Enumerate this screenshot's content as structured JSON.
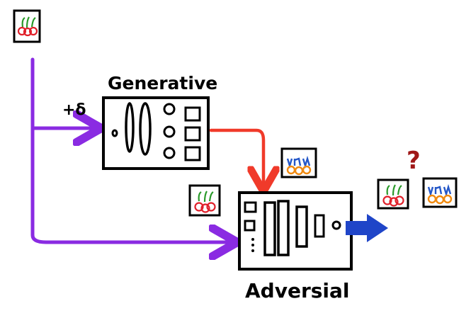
{
  "labels": {
    "generative": "Generative",
    "adversarial": "Adversial",
    "delta": "+δ",
    "question": "?"
  },
  "colors": {
    "purple": "#8a2be2",
    "red": "#f03a2a",
    "blue": "#1f45c8",
    "question": "#a01818",
    "ink": "#000000"
  },
  "icons": {
    "input": "cherries-icon",
    "perturbed": "blue-icon",
    "candidate_a": "cherries-icon",
    "candidate_b": "blue-icon"
  }
}
